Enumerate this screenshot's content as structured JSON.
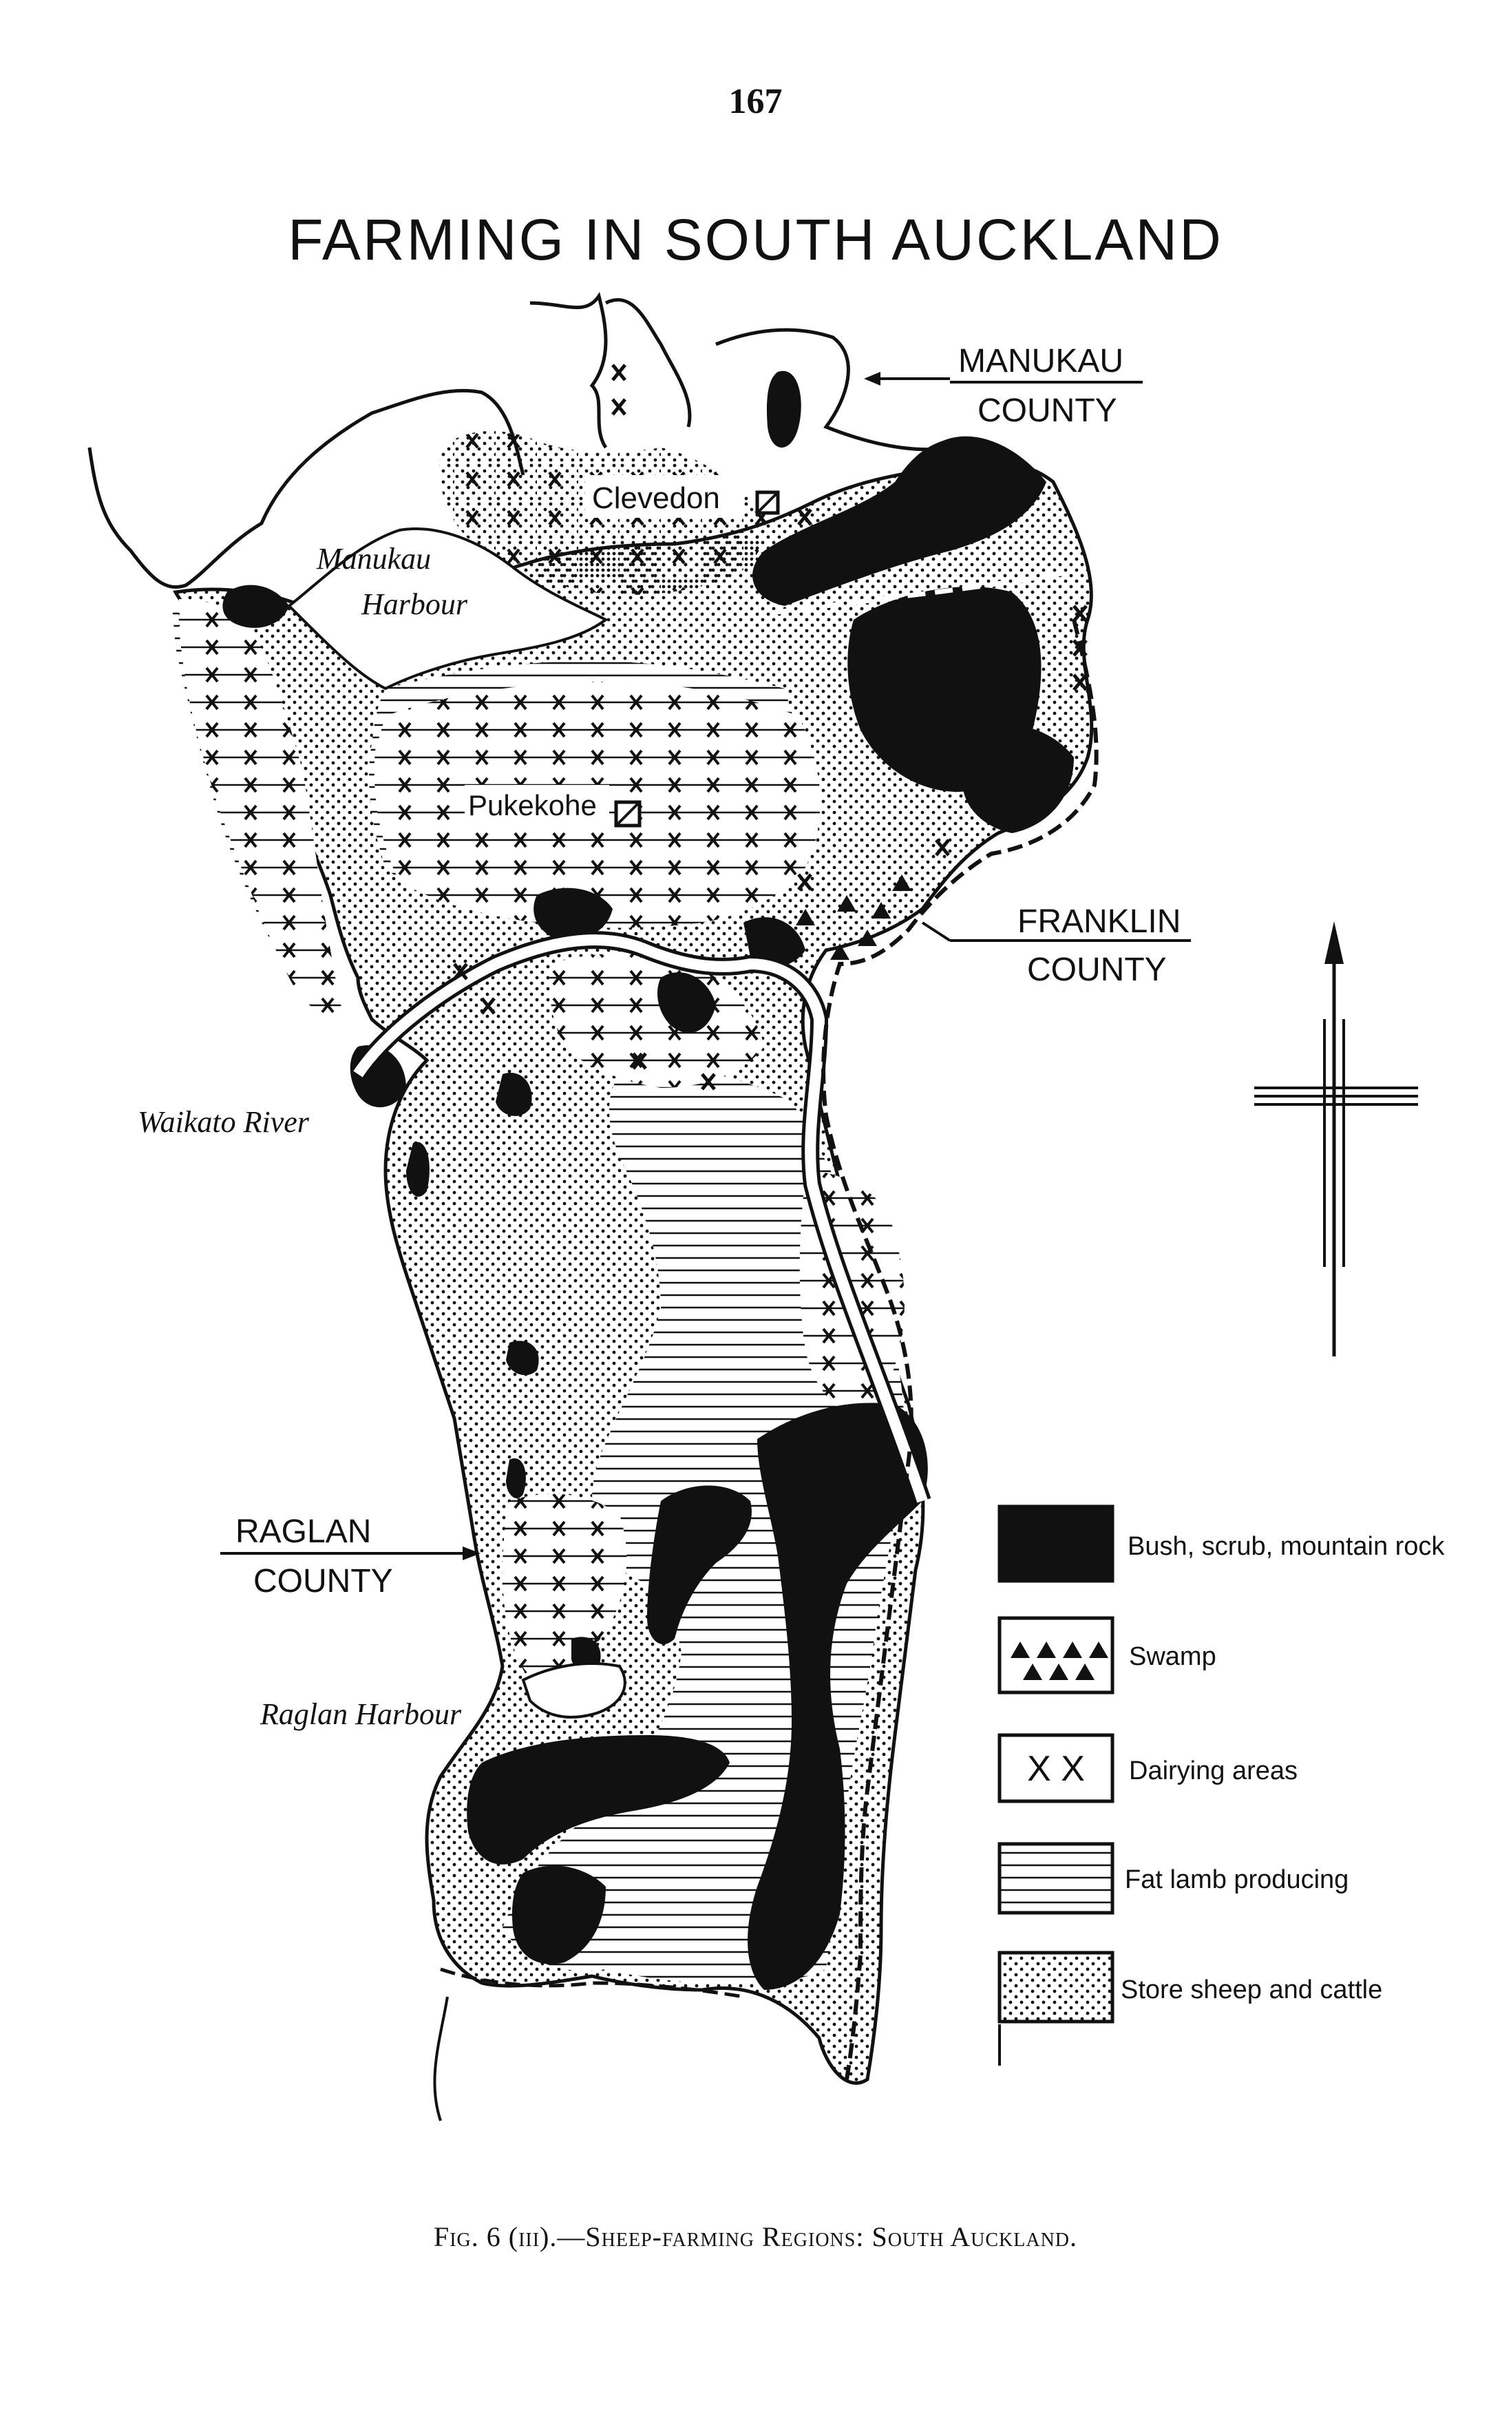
{
  "page_number": "167",
  "title": "FARMING IN SOUTH AUCKLAND",
  "caption": "Fig. 6 (iii).—Sheep-farming Regions: South Auckland.",
  "place_labels": {
    "clevedon": "Clevedon",
    "pukekohe": "Pukekohe",
    "manukau_harbour_1": "Manukau",
    "manukau_harbour_2": "Harbour",
    "waikato_river": "Waikato River",
    "raglan_harbour": "Raglan Harbour"
  },
  "county_labels": {
    "manukau_1": "MANUKAU",
    "manukau_2": "COUNTY",
    "franklin_1": "FRANKLIN",
    "franklin_2": "COUNTY",
    "raglan_1": "RAGLAN",
    "raglan_2": "COUNTY"
  },
  "legend": [
    {
      "key": "bush",
      "label": "Bush, scrub, mountain rock"
    },
    {
      "key": "swamp",
      "label": "Swamp"
    },
    {
      "key": "dairy",
      "label": "Dairying areas"
    },
    {
      "key": "fatlamb",
      "label": "Fat lamb producing"
    },
    {
      "key": "store",
      "label": "Store sheep and cattle"
    }
  ],
  "legend_symbols": {
    "dairy": "X X"
  },
  "colors": {
    "ink": "#111111",
    "paper": "#ffffff"
  },
  "icons": {
    "north_arrow": "north-arrow-icon",
    "town_marker": "town-square-icon"
  }
}
